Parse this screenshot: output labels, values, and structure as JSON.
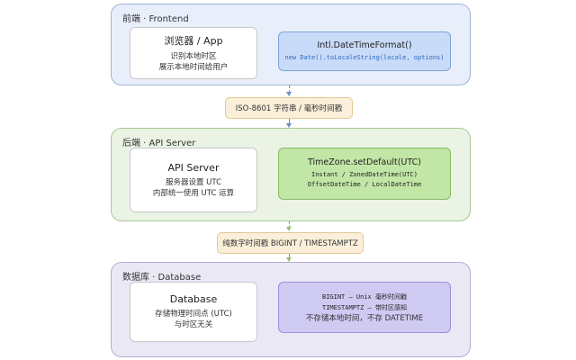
{
  "frontend": {
    "layer_label": "前端 · Frontend",
    "app_card": {
      "title": "浏览器 / App",
      "lines": [
        "识别本地时区",
        "展示本地时间给用户"
      ]
    },
    "intl_card": {
      "title": "Intl.DateTimeFormat()",
      "code": "new Date().toLocaleString(locale, options)"
    }
  },
  "transport_iso": {
    "label": "ISO-8601 字符串 / 毫秒时间戳"
  },
  "backend": {
    "layer_label": "后端 · API Server",
    "api_card": {
      "title": "API Server",
      "lines": [
        "服务器设置 UTC",
        "内部统一使用 UTC 运算"
      ]
    },
    "tz_card": {
      "title": "TimeZone.setDefault(UTC)",
      "lines": [
        "Instant / ZonedDateTime(UTC)",
        "OffsetDateTime / LocalDateTime"
      ]
    }
  },
  "transport_db": {
    "label": "纯数字时间戳 BIGINT / TIMESTAMPTZ"
  },
  "database": {
    "layer_label": "数据库 · Database",
    "db_card": {
      "title": "Database",
      "lines": [
        "存储物理时间点 (UTC)",
        "与时区无关"
      ]
    },
    "types_card": {
      "lines": [
        "BIGINT – Unix 毫秒时间戳",
        "TIMESTAMPTZ – 带时区感知",
        "不存储本地时间，不存 DATETIME"
      ]
    }
  },
  "colors": {
    "frontend_bg": "#e8eefa",
    "backend_bg": "#eaf3e4",
    "database_bg": "#ebe8f6",
    "connector": "#6b8fc7",
    "pill_bg": "#fbefd9"
  }
}
